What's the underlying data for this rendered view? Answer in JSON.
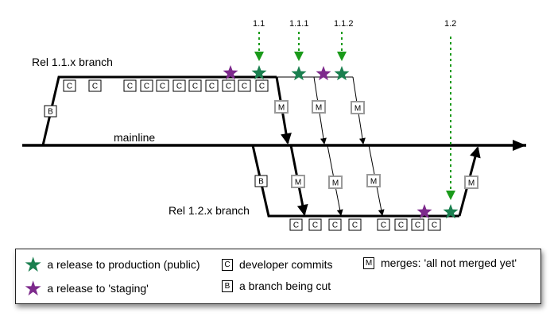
{
  "colors": {
    "production_star": "#1a7f4f",
    "staging_star": "#7d2a8c",
    "release_arrow": "#1a9a1a",
    "line": "#000000",
    "merge_box_border": "#9a9a9a"
  },
  "labels": {
    "rel11_branch": "Rel 1.1.x branch",
    "rel12_branch": "Rel 1.2.x branch",
    "mainline": "mainline"
  },
  "releases": [
    {
      "label": "1.1"
    },
    {
      "label": "1.1.1"
    },
    {
      "label": "1.1.2"
    },
    {
      "label": "1.2"
    }
  ],
  "box_letters": {
    "commit": "C",
    "branch": "B",
    "merge": "M"
  },
  "rel11_commit_count": 11,
  "rel12_commit_count": 8,
  "legend": {
    "production": "a release to production (public)",
    "staging": "a release to 'staging'",
    "commits": "developer commits",
    "branch": "a branch being cut",
    "merges": "merges: 'all not merged yet'"
  }
}
